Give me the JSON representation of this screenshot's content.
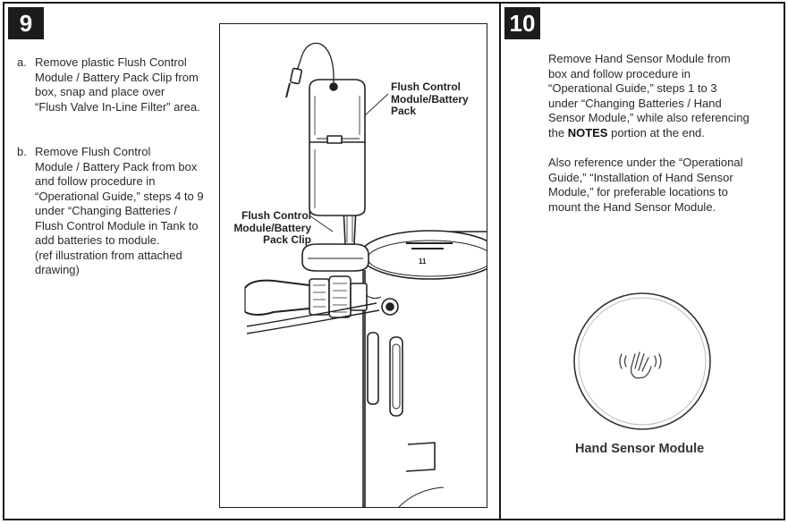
{
  "step9": {
    "number": "9",
    "item_a": {
      "label": "a.",
      "lines": [
        "Remove plastic Flush Control",
        "Module / Battery Pack Clip from",
        "box, snap and place over",
        "“Flush Valve In-Line Filter” area."
      ]
    },
    "item_b": {
      "label": "b.",
      "lines": [
        "Remove Flush Control",
        "Module / Battery Pack from box",
        "and follow procedure in",
        "“Operational Guide,” steps 4 to 9",
        "under “Changing Batteries /",
        "Flush Control Module in Tank to",
        "add batteries to module.",
        "(ref illustration from attached",
        "drawing)"
      ]
    },
    "figure": {
      "callout_module": [
        "Flush Control",
        "Module/Battery",
        "Pack"
      ],
      "callout_clip": [
        "Flush Control",
        "Module/Battery",
        "Pack Clip"
      ]
    }
  },
  "step10": {
    "number": "10",
    "para1": {
      "lines_a": [
        "Remove Hand Sensor Module from",
        "box and follow procedure in",
        "“Operational Guide,”  steps 1 to 3",
        "under “Changing Batteries / Hand",
        "Sensor Module,” while also referencing"
      ],
      "tail_prefix": "the ",
      "tail_bold": "NOTES",
      "tail_suffix": " portion at the end."
    },
    "para2": {
      "lines": [
        "Also reference under the “Operational",
        "Guide,” “Installation of Hand Sensor",
        "Module,” for preferable locations to",
        "mount the Hand Sensor Module."
      ]
    },
    "caption": "Hand Sensor Module"
  }
}
